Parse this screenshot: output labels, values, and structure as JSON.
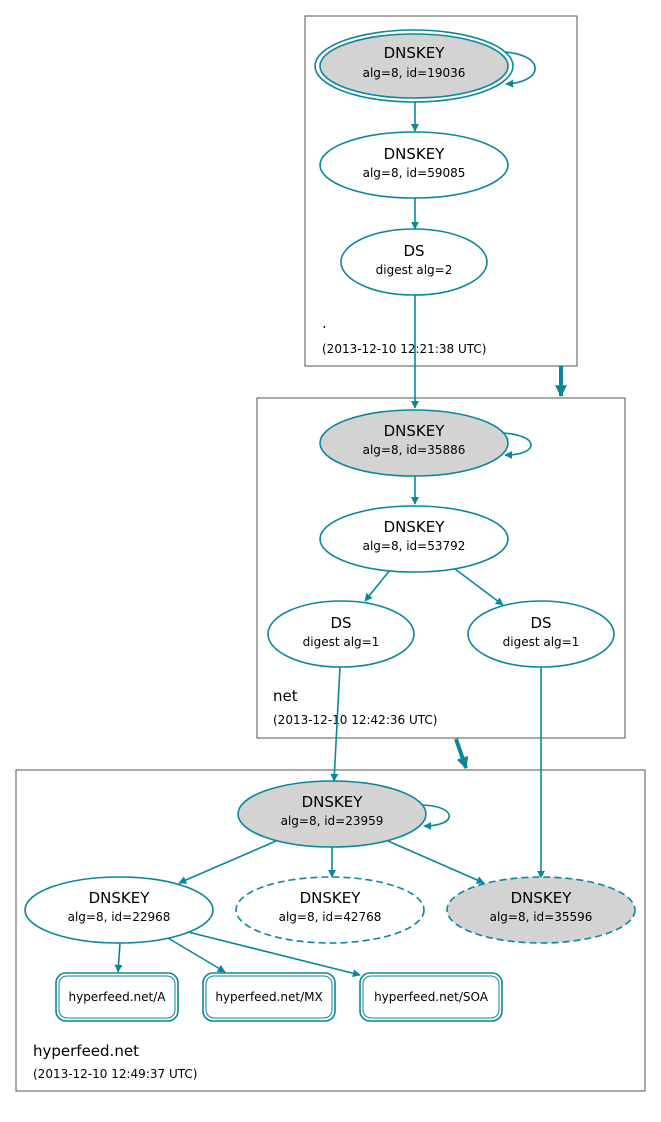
{
  "colors": {
    "edge": "#0a879a",
    "node_fill_selfsigned": "#d3d3d3",
    "node_fill_plain": "#ffffff",
    "zone_border": "#555555"
  },
  "zones": [
    {
      "id": "root",
      "name": ".",
      "timestamp": "(2013-12-10 12:21:38 UTC)"
    },
    {
      "id": "net",
      "name": "net",
      "timestamp": "(2013-12-10 12:42:36 UTC)"
    },
    {
      "id": "hyperfeed",
      "name": "hyperfeed.net",
      "timestamp": "(2013-12-10 12:49:37 UTC)"
    }
  ],
  "nodes": {
    "root_ksk": {
      "title": "DNSKEY",
      "sub": "alg=8, id=19036"
    },
    "root_zsk": {
      "title": "DNSKEY",
      "sub": "alg=8, id=59085"
    },
    "root_ds": {
      "title": "DS",
      "sub": "digest alg=2"
    },
    "net_ksk": {
      "title": "DNSKEY",
      "sub": "alg=8, id=35886"
    },
    "net_zsk": {
      "title": "DNSKEY",
      "sub": "alg=8, id=53792"
    },
    "net_ds1": {
      "title": "DS",
      "sub": "digest alg=1"
    },
    "net_ds2": {
      "title": "DS",
      "sub": "digest alg=1"
    },
    "hf_ksk": {
      "title": "DNSKEY",
      "sub": "alg=8, id=23959"
    },
    "hf_zsk": {
      "title": "DNSKEY",
      "sub": "alg=8, id=22968"
    },
    "hf_key_42768": {
      "title": "DNSKEY",
      "sub": "alg=8, id=42768"
    },
    "hf_key_35596": {
      "title": "DNSKEY",
      "sub": "alg=8, id=35596"
    }
  },
  "rrsets": {
    "a": "hyperfeed.net/A",
    "mx": "hyperfeed.net/MX",
    "soa": "hyperfeed.net/SOA"
  }
}
